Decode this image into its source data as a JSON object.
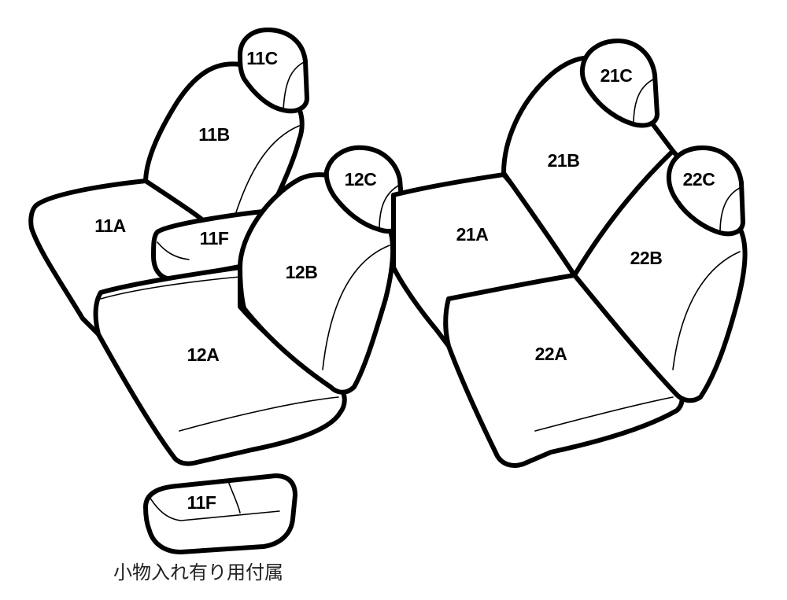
{
  "labels": {
    "p11A": "11A",
    "p11B": "11B",
    "p11C": "11C",
    "p11F": "11F",
    "p12A": "12A",
    "p12B": "12B",
    "p12C": "12C",
    "p21A": "21A",
    "p21B": "21B",
    "p21C": "21C",
    "p22A": "22A",
    "p22B": "22B",
    "p22C": "22C",
    "p11F_detail": "11F"
  },
  "caption": "小物入れ有り用付属"
}
